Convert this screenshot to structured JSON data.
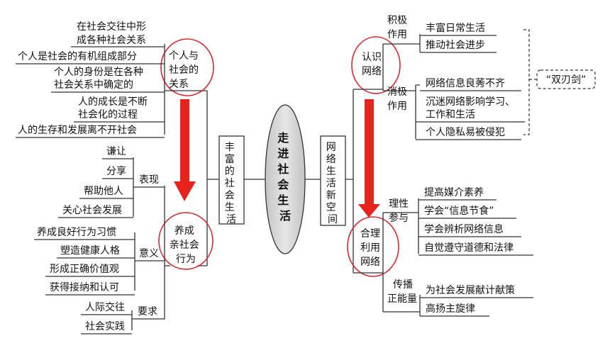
{
  "center": [
    "走",
    "进",
    "社",
    "会",
    "生",
    "活"
  ],
  "left": {
    "main": [
      "丰",
      "富",
      "的",
      "社",
      "会",
      "生",
      "活"
    ],
    "individual_society": [
      "个人与",
      "社会的",
      "关系"
    ],
    "relation_items": [
      [
        "在社会交往中形",
        "成各种社会关系"
      ],
      [
        "个人是社会的有机组成部分"
      ],
      [
        "个人的身份是在各种",
        "社会关系中确定的"
      ],
      [
        "人的成长是不断",
        "社会化的过程"
      ],
      [
        "人的生存和发展离不开社会"
      ]
    ],
    "prosocial": [
      "养成",
      "亲社会",
      "行为"
    ],
    "performance": {
      "label": "表现",
      "items": [
        "谦让",
        "分享",
        "帮助他人",
        "关心社会发展"
      ]
    },
    "meaning": {
      "label": "意义",
      "items": [
        "养成良好行为习惯",
        "塑造健康人格",
        "形成正确价值观",
        "获得接纳和认可"
      ]
    },
    "requirement": {
      "label": "要求",
      "items": [
        "人际交往",
        "社会实践"
      ]
    }
  },
  "right": {
    "main": [
      "网",
      "络",
      "生",
      "活",
      "新",
      "空",
      "间"
    ],
    "know": [
      "认识",
      "网络"
    ],
    "positive": {
      "label": [
        "积极",
        "作用"
      ],
      "items": [
        "丰富日常生活",
        "推动社会进步"
      ]
    },
    "negative": {
      "label": [
        "消极",
        "作用"
      ],
      "items": [
        [
          "网络信息良莠不齐"
        ],
        [
          "沉迷网络影响学习、",
          "工作和生活"
        ],
        [
          "个人隐私易被侵犯"
        ]
      ]
    },
    "double_edged": "“双刃剑”",
    "use": [
      "合理",
      "利用",
      "网络"
    ],
    "rational": {
      "label": [
        "理性",
        "参与"
      ],
      "items": [
        "提高媒介素养",
        "学会“信息节食”",
        "学会辨析网络信息",
        "自觉遵守道德和法律"
      ]
    },
    "energy": {
      "label": [
        "传播",
        "正能量"
      ],
      "items": [
        "为社会发展献计献策",
        "高扬主旋律"
      ]
    }
  },
  "colors": {
    "accent_red": "#d9282f",
    "arrow_red": "#e8231b",
    "ellipse_fill": "#d3d3d3"
  }
}
